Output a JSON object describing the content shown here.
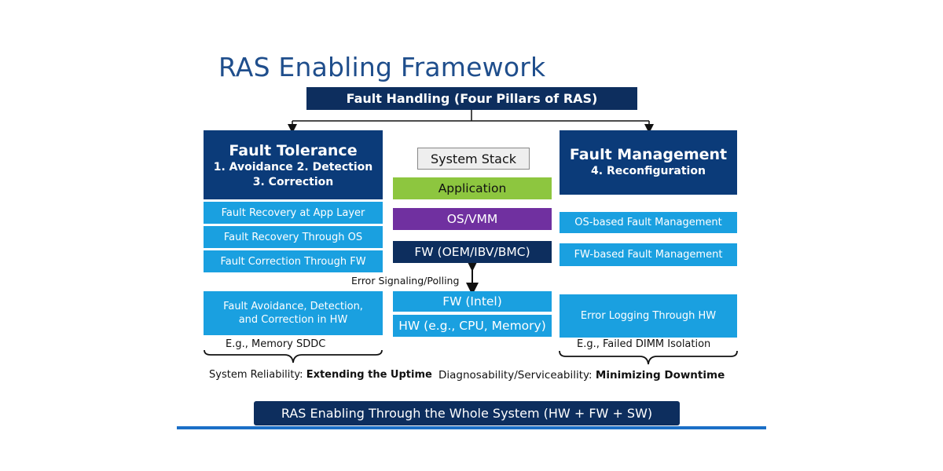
{
  "title": "RAS Enabling Framework",
  "header": "Fault Handling (Four Pillars of RAS)",
  "fault_tolerance": {
    "heading": "Fault Tolerance",
    "line1": "1. Avoidance 2. Detection",
    "line2": "3. Correction",
    "items": [
      "Fault Recovery at App Layer",
      "Fault Recovery Through OS",
      "Fault Correction Through FW"
    ],
    "hw_item": "Fault Avoidance, Detection, and Correction in HW",
    "example": "E.g., Memory SDDC",
    "caption_prefix": "System Reliability:",
    "caption_bold": "Extending the Uptime"
  },
  "system_stack": {
    "label": "System Stack",
    "layers": [
      {
        "label": "Application",
        "color": "#8dc63f"
      },
      {
        "label": "OS/VMM",
        "color": "#7030a0"
      },
      {
        "label": "FW (OEM/IBV/BMC)",
        "color": "#0d2e5e"
      },
      {
        "label": "FW (Intel)",
        "color": "#1aa0e0"
      },
      {
        "label": "HW (e.g., CPU, Memory)",
        "color": "#1aa0e0"
      }
    ],
    "signaling": "Error Signaling/Polling"
  },
  "fault_management": {
    "heading": "Fault Management",
    "line1": "4. Reconfiguration",
    "items": [
      "OS-based Fault Management",
      "FW-based Fault Management"
    ],
    "hw_item": "Error Logging Through HW",
    "example": "E.g., Failed DIMM Isolation",
    "caption_prefix": "Diagnosability/Serviceability:",
    "caption_bold": "Minimizing Downtime"
  },
  "footer": "RAS Enabling Through the Whole System  (HW + FW + SW)",
  "colors": {
    "navy": "#0d2e5e",
    "dark_blue": "#0b3b79",
    "light_blue": "#1aa0e0",
    "title_blue": "#1f4e8c",
    "green": "#8dc63f",
    "purple": "#7030a0",
    "accent_line": "#1b6fc7"
  }
}
